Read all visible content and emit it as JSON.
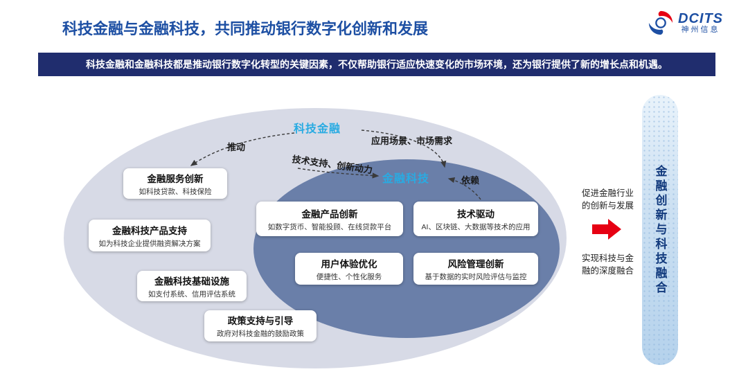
{
  "slide": {
    "title": "科技金融与金融科技，共同推动银行数字化创新和发展",
    "banner": "科技金融和金融科技都是推动银行数字化转型的关键因素，不仅帮助银行适应快速变化的市场环境，还为银行提供了新的增长点和机遇。"
  },
  "logo": {
    "brand": "DCITS",
    "name": "神州信息"
  },
  "diagram": {
    "tech_finance_label": "科技金融",
    "fintech_label": "金融科技",
    "labels": {
      "promote": "推动",
      "scenario": "应用场景、市场需求",
      "support": "技术支持、创新动力",
      "depend": "依赖"
    },
    "left_boxes": [
      {
        "title": "金融服务创新",
        "desc": "如科技贷款、科技保险"
      },
      {
        "title": "金融科技产品支持",
        "desc": "如为科技企业提供融资解决方案"
      },
      {
        "title": "金融科技基础设施",
        "desc": "如支付系统、信用评估系统"
      },
      {
        "title": "政策支持与引导",
        "desc": "政府对科技金融的鼓励政策"
      }
    ],
    "right_boxes": [
      {
        "title": "金融产品创新",
        "desc": "如数字货币、智能投顾、在线贷款平台"
      },
      {
        "title": "技术驱动",
        "desc": "AI、区块链、大数据等技术的应用"
      },
      {
        "title": "用户体验优化",
        "desc": "便捷性、个性化服务"
      },
      {
        "title": "风险管理创新",
        "desc": "基于数据的实时风险评估与监控"
      }
    ]
  },
  "right_panel": {
    "top_text": "促进金融行业的创新与发展",
    "bottom_text": "实现科技与金融的深度融合",
    "vertical_label": "金融创新与科技融合"
  },
  "colors": {
    "title-blue": "#1d4fa3",
    "banner-bg": "#202d6e",
    "accent-cyan": "#29abe2",
    "ellipse-outer": "#d7dae6",
    "ellipse-inner": "#6a7fa9",
    "arrow-red": "#e60013",
    "capsule-text": "#123a7d"
  }
}
